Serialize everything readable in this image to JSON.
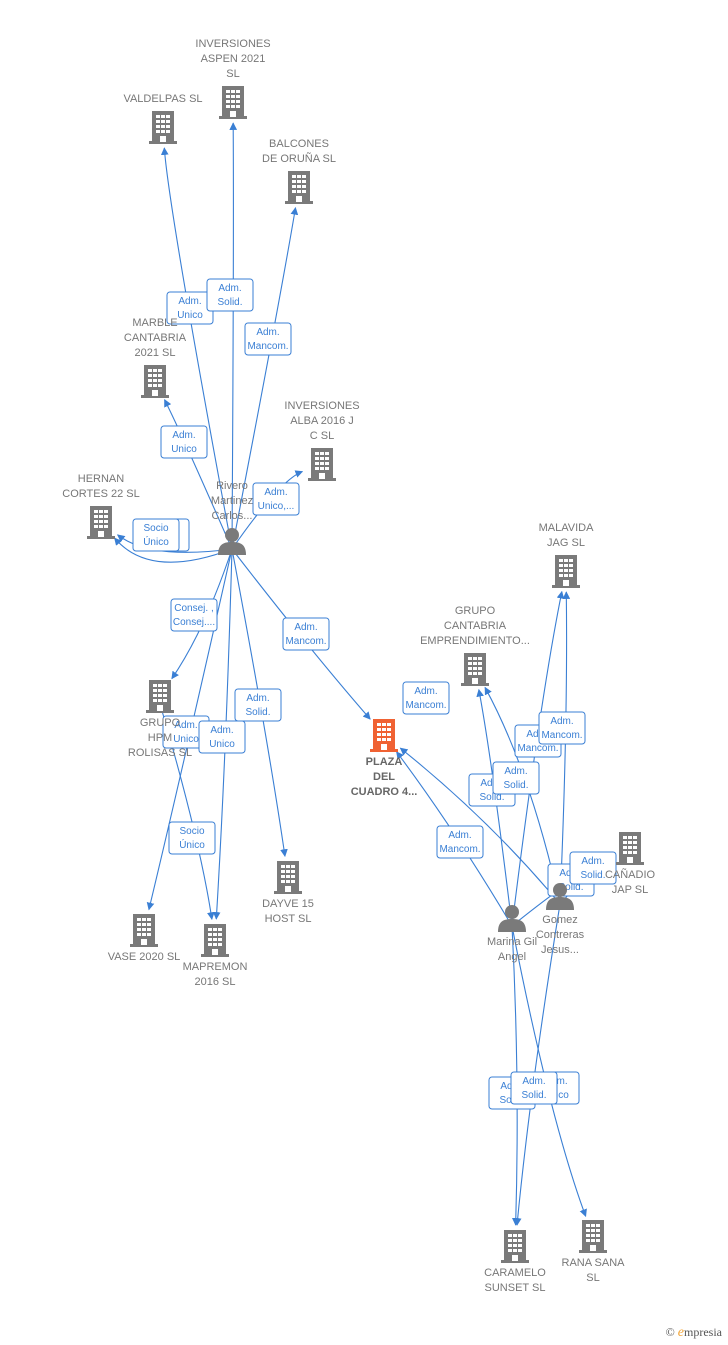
{
  "colors": {
    "company": "#7a7a7a",
    "focus": "#f06233",
    "person": "#7a7a7a",
    "edge": "#3a7fd4"
  },
  "nodes": [
    {
      "id": "aspen",
      "kind": "company",
      "lines": [
        "INVERSIONES",
        "ASPEN 2021",
        "SL"
      ]
    },
    {
      "id": "valdelpas",
      "kind": "company",
      "lines": [
        "VALDELPAS  SL"
      ]
    },
    {
      "id": "balcones",
      "kind": "company",
      "lines": [
        "BALCONES",
        "DE ORUÑA  SL"
      ]
    },
    {
      "id": "marble",
      "kind": "company",
      "lines": [
        "MARBLE",
        "CANTABRIA",
        "2021  SL"
      ]
    },
    {
      "id": "alba",
      "kind": "company",
      "lines": [
        "INVERSIONES",
        "ALBA 2016 J",
        "C  SL"
      ]
    },
    {
      "id": "hernan",
      "kind": "company",
      "lines": [
        "HERNAN",
        "CORTES 22  SL"
      ]
    },
    {
      "id": "rivero",
      "kind": "person",
      "lines": [
        "Rivero",
        "Martinez",
        "Carlos..."
      ]
    },
    {
      "id": "malavida",
      "kind": "company",
      "lines": [
        "MALAVIDA",
        "JAG  SL"
      ]
    },
    {
      "id": "grupo_cantabria",
      "kind": "company",
      "lines": [
        "GRUPO",
        "CANTABRIA",
        "EMPRENDIMIENTO..."
      ]
    },
    {
      "id": "grupo_hpm",
      "kind": "company",
      "lines": [
        "GRUPO",
        "HPM",
        "ROLISAS  SL"
      ]
    },
    {
      "id": "plaza",
      "kind": "focus",
      "lines": [
        "PLAZA",
        "DEL",
        "CUADRO 4..."
      ]
    },
    {
      "id": "canadio",
      "kind": "company",
      "lines": [
        "CAÑADIO",
        "JAP  SL"
      ]
    },
    {
      "id": "gomez",
      "kind": "person",
      "lines": [
        "Gomez",
        "Contreras",
        "Jesus..."
      ]
    },
    {
      "id": "marina",
      "kind": "person",
      "lines": [
        "Marina Gil",
        "Angel"
      ]
    },
    {
      "id": "dayve",
      "kind": "company",
      "lines": [
        "DAYVE 15",
        "HOST  SL"
      ]
    },
    {
      "id": "vase",
      "kind": "company",
      "lines": [
        "VASE 2020  SL"
      ]
    },
    {
      "id": "mapremon",
      "kind": "company",
      "lines": [
        "MAPREMON",
        "2016  SL"
      ]
    },
    {
      "id": "caramelo",
      "kind": "company",
      "lines": [
        "CARAMELO",
        "SUNSET  SL"
      ]
    },
    {
      "id": "rana",
      "kind": "company",
      "lines": [
        "RANA SANA",
        "SL"
      ]
    }
  ],
  "edges": [
    {
      "from": "rivero",
      "to": "valdelpas",
      "label": [
        "Adm.",
        "Unico"
      ]
    },
    {
      "from": "rivero",
      "to": "aspen",
      "label": [
        "Adm.",
        "Solid."
      ]
    },
    {
      "from": "rivero",
      "to": "balcones",
      "label": [
        "Adm.",
        "Mancom."
      ]
    },
    {
      "from": "rivero",
      "to": "marble",
      "label": [
        "Adm.",
        "Unico"
      ]
    },
    {
      "from": "rivero",
      "to": "alba",
      "label": [
        "Adm.",
        "Unico,..."
      ]
    },
    {
      "from": "rivero",
      "to": "hernan",
      "label": [
        "Socio",
        "Único"
      ]
    },
    {
      "from": "rivero",
      "to": "hernan",
      "label": [
        "Socio",
        "Único"
      ]
    },
    {
      "from": "rivero",
      "to": "grupo_hpm",
      "label": [
        "Consej. ,",
        "Consej...."
      ]
    },
    {
      "from": "rivero",
      "to": "plaza",
      "label": [
        "Adm.",
        "Mancom."
      ]
    },
    {
      "from": "rivero",
      "to": "dayve",
      "label": [
        "Adm.",
        "Solid."
      ]
    },
    {
      "from": "rivero",
      "to": "vase",
      "label": [
        "Adm.",
        "Unico"
      ]
    },
    {
      "from": "rivero",
      "to": "mapremon",
      "label": [
        "Adm.",
        "Unico"
      ]
    },
    {
      "from": "grupo_hpm",
      "to": "mapremon",
      "label": [
        "Socio",
        "Único"
      ]
    },
    {
      "from": "marina",
      "to": "plaza",
      "label": [
        "Adm.",
        "Mancom."
      ]
    },
    {
      "from": "marina",
      "to": "grupo_cantabria",
      "label": [
        "Adm.",
        "Solid."
      ]
    },
    {
      "from": "marina",
      "to": "malavida",
      "label": [
        "Adm.",
        "Mancom."
      ]
    },
    {
      "from": "marina",
      "to": "canadio",
      "label": [
        "Adm.",
        "Solid."
      ]
    },
    {
      "from": "marina",
      "to": "caramelo",
      "label": [
        "Adm.",
        "Solid."
      ]
    },
    {
      "from": "marina",
      "to": "rana",
      "label": [
        "Adm.",
        "Unico"
      ]
    },
    {
      "from": "gomez",
      "to": "plaza",
      "label": [
        "Adm.",
        "Mancom."
      ]
    },
    {
      "from": "gomez",
      "to": "grupo_cantabria",
      "label": [
        "Adm.",
        "Solid."
      ]
    },
    {
      "from": "gomez",
      "to": "malavida",
      "label": [
        "Adm.",
        "Mancom."
      ]
    },
    {
      "from": "gomez",
      "to": "canadio",
      "label": [
        "Adm.",
        "Solid."
      ]
    },
    {
      "from": "gomez",
      "to": "caramelo",
      "label": [
        "Adm.",
        "Solid."
      ]
    }
  ],
  "credit": {
    "symbol": "©",
    "brand_initial": "e",
    "brand_rest": "mpresia"
  }
}
